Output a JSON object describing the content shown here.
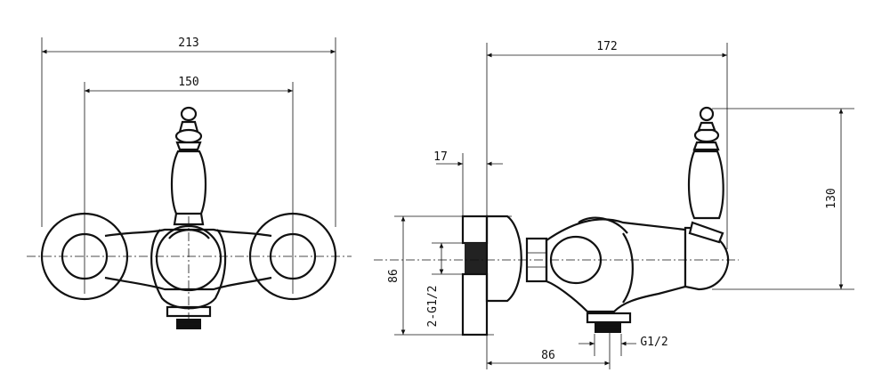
{
  "front_view": {
    "dim_overall_width": "213",
    "dim_center_spacing": "150"
  },
  "side_view": {
    "dim_overall_depth": "172",
    "dim_wall_plate": "17",
    "dim_height": "130",
    "dim_body_height": "86",
    "dim_outlet_offset": "86",
    "inlet_thread": "2-G1/2",
    "outlet_thread": "G1/2"
  }
}
